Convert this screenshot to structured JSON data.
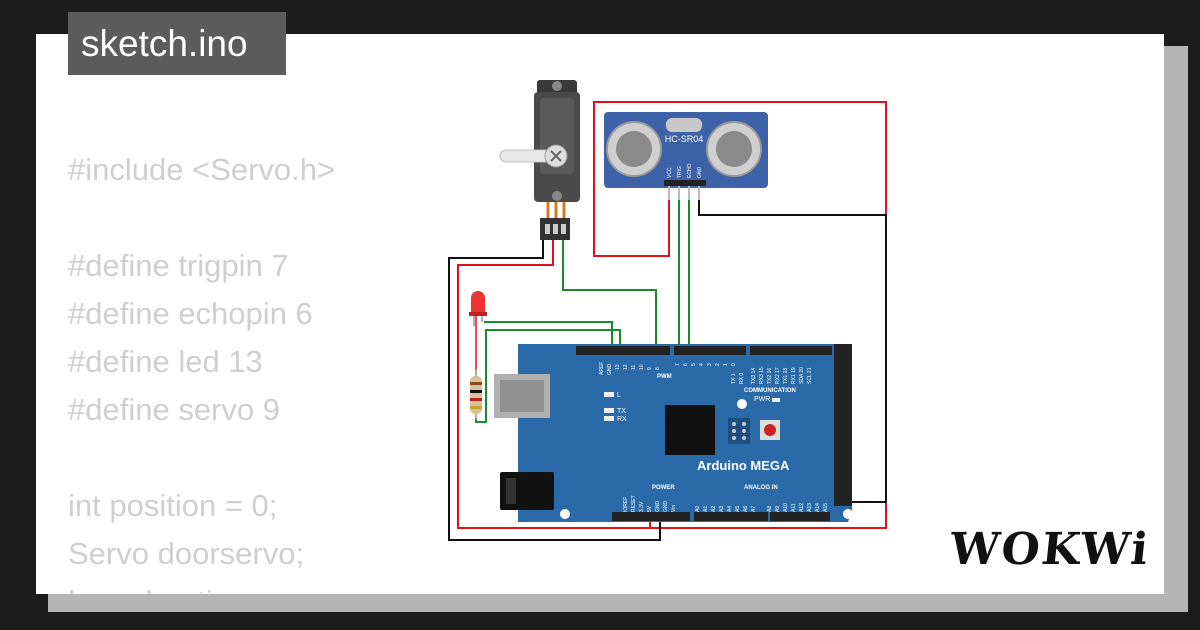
{
  "file_tab": {
    "label": "sketch.ino"
  },
  "code_lines": [
    "#include <Servo.h>",
    "",
    "#define trigpin 7",
    "#define echopin 6",
    "#define led 13",
    "#define servo 9",
    "",
    "int position = 0;",
    "Servo doorservo;",
    "long duration;"
  ],
  "board": {
    "name": "Arduino MEGA",
    "power_label": "POWER",
    "analog_label": "ANALOG IN",
    "pwm_label": "PWM",
    "communication_label": "COMMUNICATION",
    "pwr_label": "PWR",
    "l_label": "L",
    "tx_label": "TX",
    "rx_label": "RX",
    "left_header_labels": [
      "AREF",
      "GND",
      "13",
      "12",
      "11",
      "10",
      "9",
      "8"
    ],
    "right_header_labels": [
      "7",
      "6",
      "5",
      "4",
      "3",
      "2",
      "1",
      "0"
    ],
    "comm_labels": [
      "TX 1",
      "RX 0",
      "TX3 14",
      "RX3 15",
      "TX2 16",
      "RX2 17",
      "TX1 18",
      "RX1 19",
      "SDA 20",
      "SCL 21"
    ],
    "power_pins": [
      "IOREF",
      "RESET",
      "3.3V",
      "5V",
      "GND",
      "GND",
      "Vin"
    ],
    "analog_pins": [
      "A0",
      "A1",
      "A2",
      "A3",
      "A4",
      "A5",
      "A6",
      "A7",
      "A8",
      "A9",
      "A10",
      "A11",
      "A12",
      "A13",
      "A14",
      "A15"
    ]
  },
  "sensor": {
    "name": "HC-SR04",
    "pins": [
      "VCC",
      "TRIG",
      "ECHO",
      "GND"
    ]
  },
  "brand": {
    "logo": "WOKWi"
  },
  "colors": {
    "board_blue": "#2a6aa8",
    "wire_red": "#e0111b",
    "wire_green": "#1a8a2a",
    "wire_black": "#111111",
    "code_text": "#cfcfcf",
    "tab_bg": "#5c5c5c"
  }
}
